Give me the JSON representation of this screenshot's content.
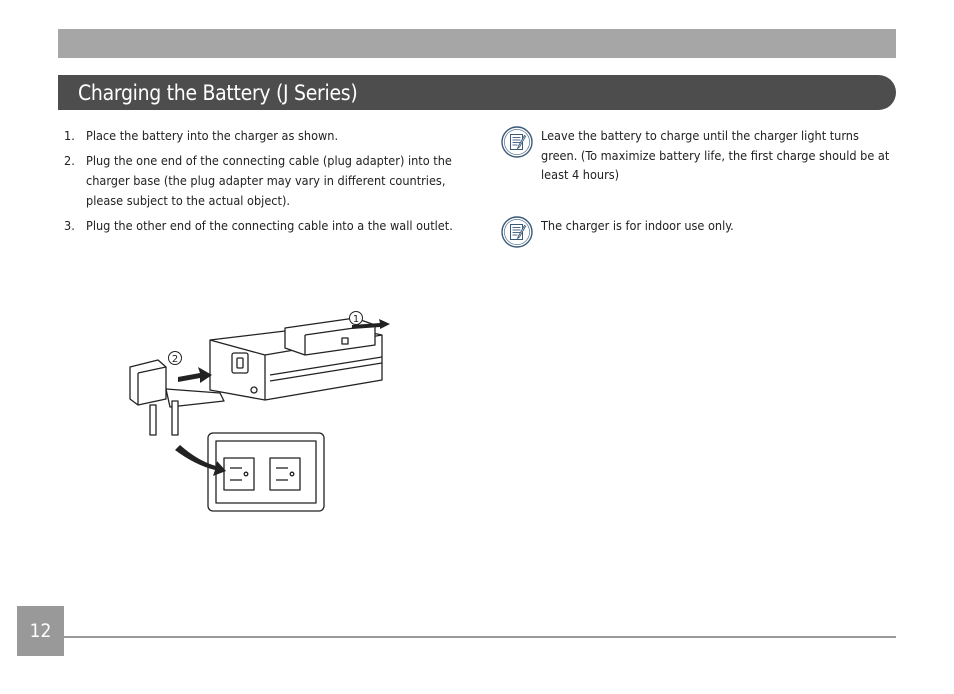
{
  "header": {
    "title": "Charging the Battery (J Series)"
  },
  "steps": [
    {
      "num": "1.",
      "text": "Place the battery into the charger as shown."
    },
    {
      "num": "2.",
      "text": "Plug the one end of the connecting cable (plug adapter) into the charger base (the plug adapter may vary in different countries, please subject to the actual object)."
    },
    {
      "num": "3.",
      "text": "Plug the other end of the connecting cable into a the wall outlet."
    }
  ],
  "notes": [
    {
      "icon": "memo-note-icon",
      "text": "Leave the battery to charge until the charger light turns green. (To maximize battery life, the first charge should be at least 4 hours)"
    },
    {
      "icon": "memo-note-icon",
      "text": "The charger is for indoor use only."
    }
  ],
  "illustration": {
    "callout_1": "1",
    "callout_2": "2"
  },
  "footer": {
    "page_number": "12"
  },
  "colors": {
    "title_bar": "#4d4d4d",
    "top_bar": "#a6a6a6",
    "page_box": "#999999",
    "icon_stroke": "#3a5a7a"
  }
}
